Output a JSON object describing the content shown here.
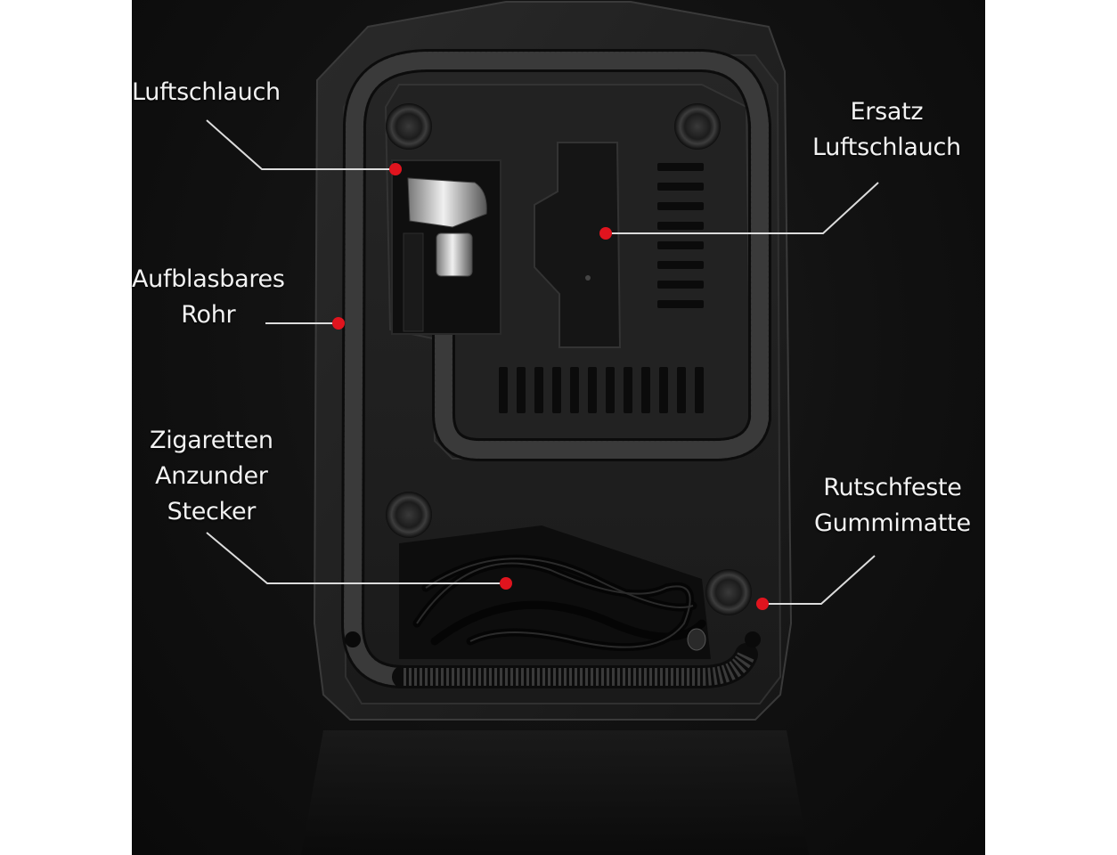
{
  "callouts": {
    "luftschlauch": {
      "lines": [
        "Luftschlauch"
      ]
    },
    "ersatz": {
      "lines": [
        "Ersatz",
        "Luftschlauch"
      ]
    },
    "aufblasbares": {
      "lines": [
        "Aufblasbares",
        "Rohr"
      ]
    },
    "zigaretten": {
      "lines": [
        "Zigaretten",
        "Anzunder",
        "Stecker"
      ]
    },
    "rutschfeste": {
      "lines": [
        "Rutschfeste",
        "Gummimatte"
      ]
    }
  },
  "colors": {
    "marker": "#e0141e",
    "text": "#f2f2f2",
    "background": "#111111"
  }
}
